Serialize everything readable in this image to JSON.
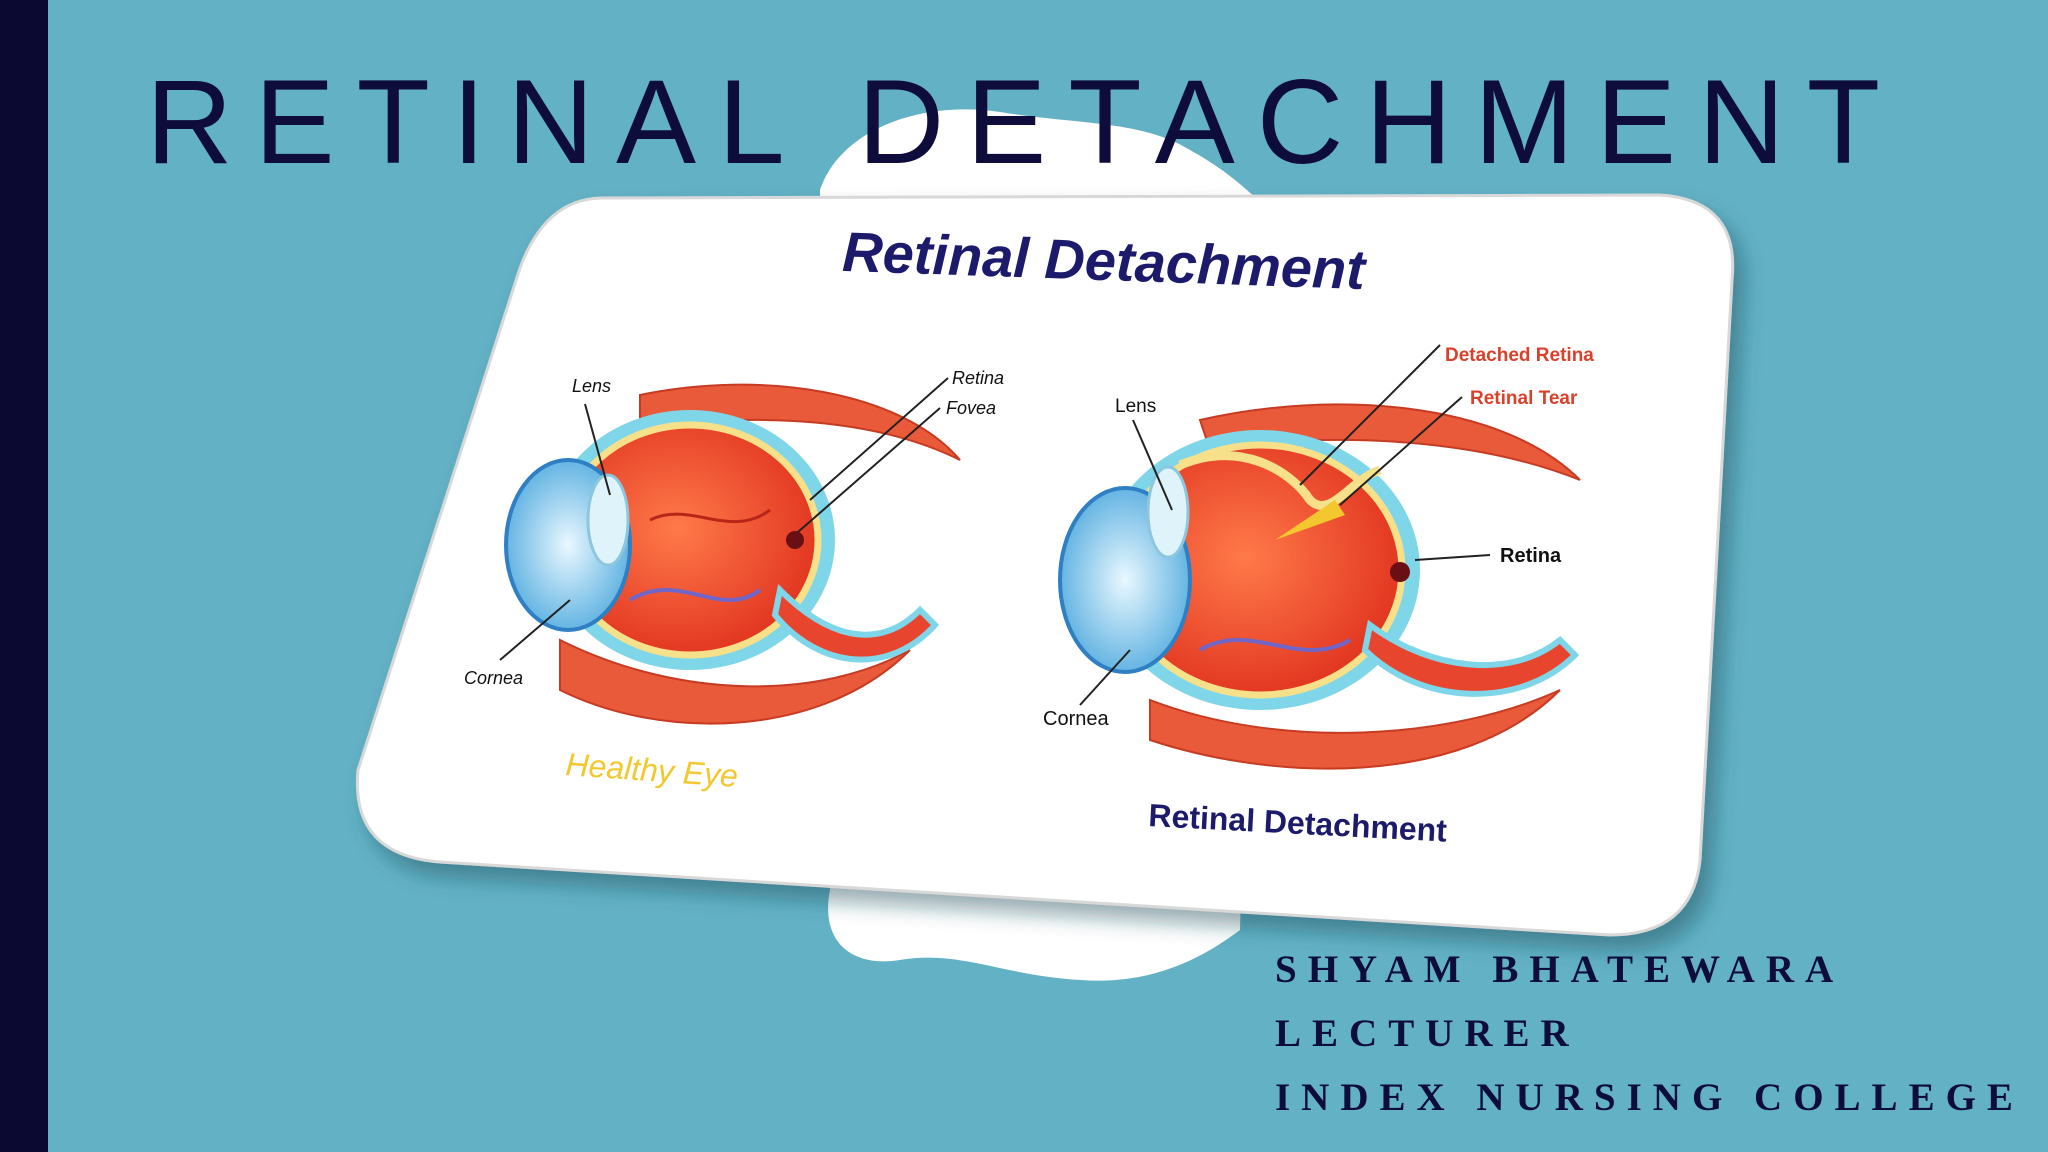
{
  "slide": {
    "title": "RETINAL DETACHMENT",
    "author_name": "SHYAM BHATEWARA",
    "author_role": "LECTURER",
    "author_org": "INDEX NURSING COLLEGE"
  },
  "illustration": {
    "heading": "Retinal Detachment",
    "healthy": {
      "caption": "Healthy Eye",
      "labels": {
        "lens": "Lens",
        "retina": "Retina",
        "fovea": "Fovea",
        "cornea": "Cornea"
      }
    },
    "detached": {
      "caption": "Retinal Detachment",
      "labels": {
        "lens": "Lens",
        "detached_retina": "Detached Retina",
        "retinal_tear": "Retinal Tear",
        "retina": "Retina",
        "cornea": "Cornea"
      }
    }
  },
  "colors": {
    "background": "#63b1c5",
    "sidebar": "#0b0832",
    "title_text": "#0e0c3a",
    "muscle": "#e85a3a",
    "eyeball": "#e8452e",
    "cornea": "#5ab8e6",
    "healthy_caption": "#f2c82e",
    "detached_label": "#d9412a"
  }
}
